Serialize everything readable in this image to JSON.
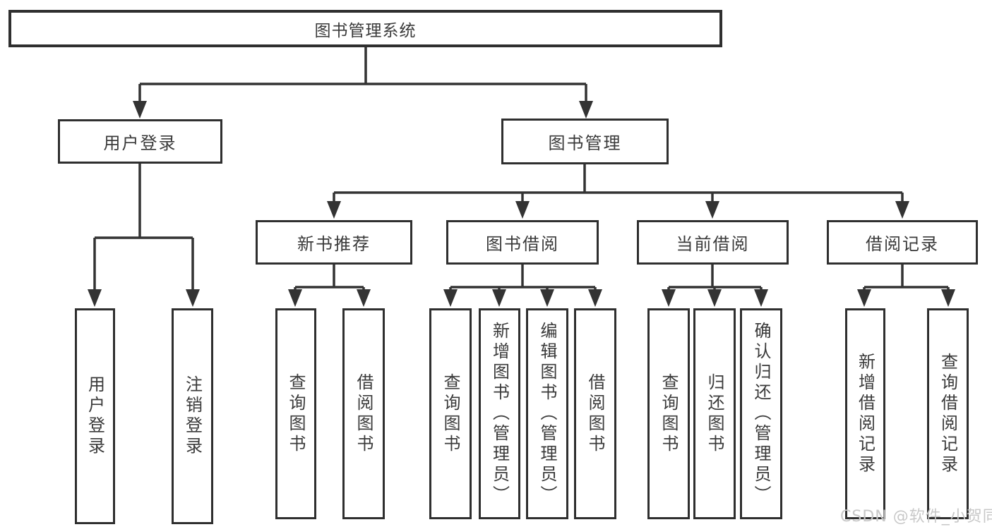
{
  "diagram": {
    "root": "图书管理系统",
    "user_login": {
      "label": "用户登录",
      "children": [
        "用户登录",
        "注销登录"
      ]
    },
    "book_mgmt": {
      "label": "图书管理",
      "sections": {
        "new_books": {
          "label": "新书推荐",
          "children": [
            "查询图书",
            "借阅图书"
          ]
        },
        "book_borrow": {
          "label": "图书借阅",
          "children": [
            "查询图书",
            "新增图书（管理员）",
            "编辑图书（管理员）",
            "借阅图书"
          ]
        },
        "current_borrow": {
          "label": "当前借阅",
          "children": [
            "查询图书",
            "归还图书",
            "确认归还（管理员）"
          ]
        },
        "borrow_records": {
          "label": "借阅记录",
          "children": [
            "新增借阅记录",
            "查询借阅记录"
          ]
        }
      }
    }
  },
  "watermark": "CSDN @软件_小贺同学",
  "colors": {
    "line": "#333333",
    "box_border": "#2f2f2f",
    "text": "#3a3a3a",
    "watermark": "#c8c8c8",
    "background": "#ffffff"
  }
}
